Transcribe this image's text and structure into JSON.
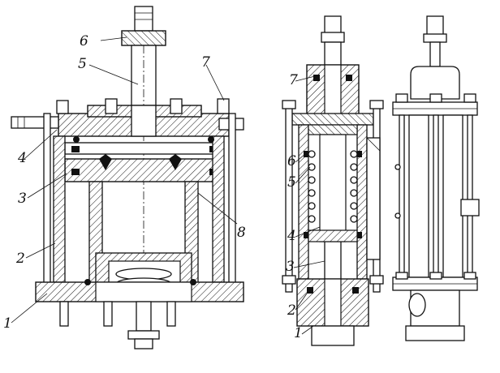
{
  "figure_left": {
    "labels": [
      "1",
      "2",
      "3",
      "4",
      "5",
      "6",
      "7",
      "8"
    ]
  },
  "figure_middle": {
    "labels": [
      "1",
      "2",
      "3",
      "4",
      "5",
      "6",
      "7"
    ]
  }
}
